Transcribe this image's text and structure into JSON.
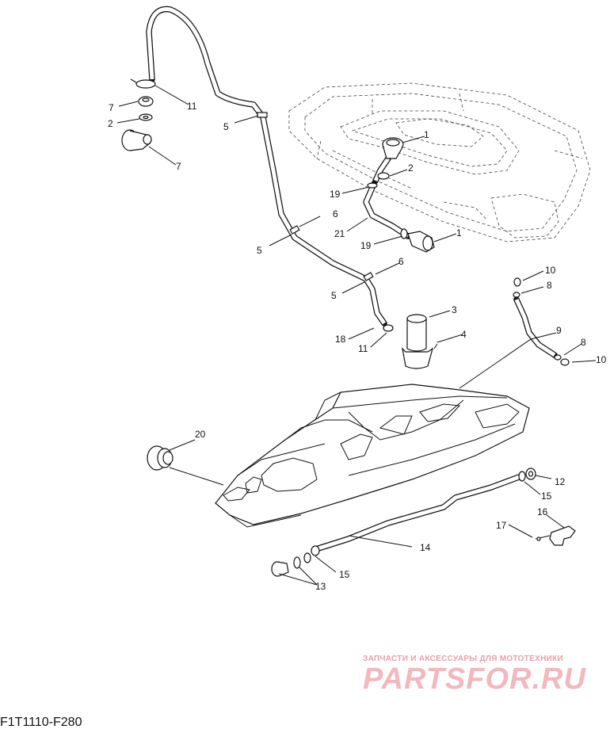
{
  "diagram_code": "F1T1110-F280",
  "watermark": {
    "tagline": "ЗАПЧАСТИ И АКСЕССУАРЫ ДЛЯ МОТОТЕХНИКИ",
    "logo": "PARTSFOR.RU"
  },
  "callouts": [
    "1",
    "1",
    "2",
    "2",
    "3",
    "4",
    "5",
    "5",
    "5",
    "6",
    "6",
    "7",
    "7",
    "8",
    "8",
    "9",
    "10",
    "10",
    "11",
    "11",
    "12",
    "13",
    "14",
    "15",
    "15",
    "16",
    "17",
    "18",
    "19",
    "19",
    "20",
    "21"
  ]
}
